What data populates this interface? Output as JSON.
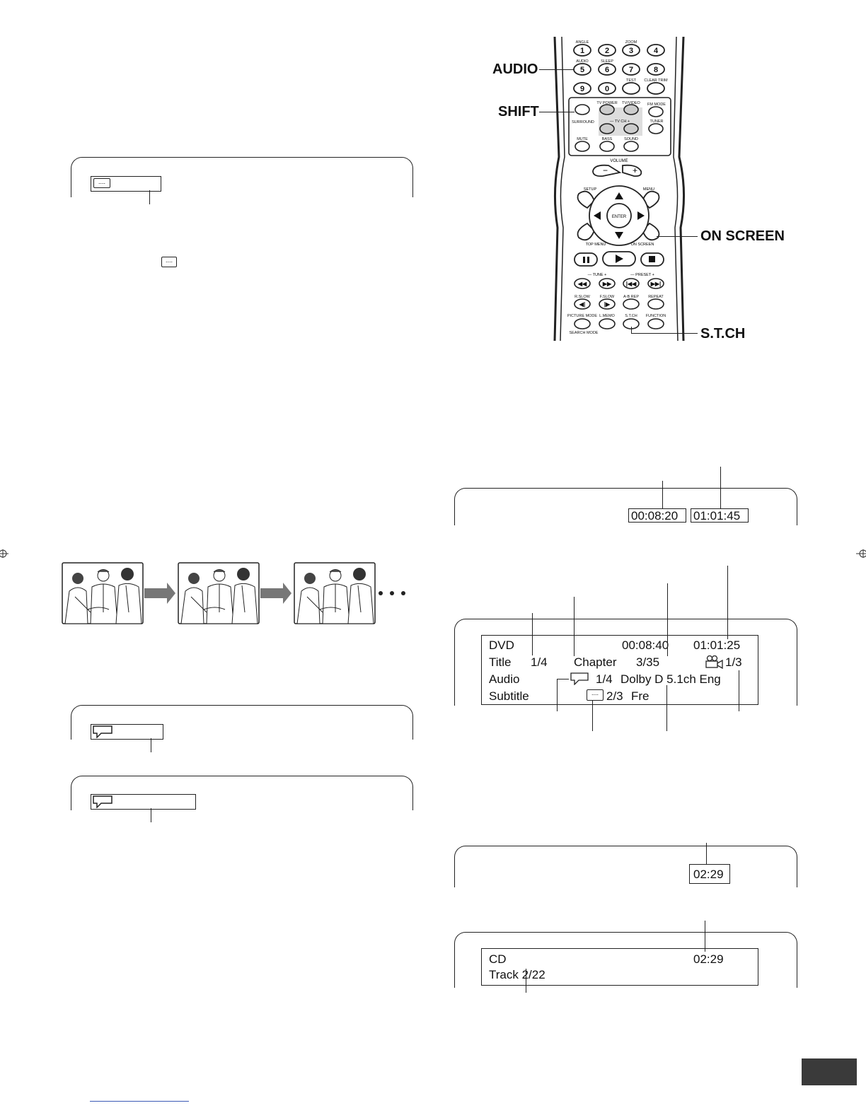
{
  "remote": {
    "labels": {
      "audio": "AUDIO",
      "shift": "SHIFT",
      "on_screen": "ON SCREEN",
      "stch": "S.T.CH"
    },
    "keys": {
      "angle": "ANGLE",
      "zoom": "ZOOM",
      "audio": "AUDIO",
      "sleep": "SLEEP",
      "test": "TEST",
      "clear_trim": "CLEAR TRIM",
      "tv_power": "TV POWER",
      "tv_video": "TV/VIDEO",
      "fm_mode": "FM MODE",
      "tv_ch": "— TV CH +",
      "surround": "SURROUND",
      "tuner": "TUNER",
      "mute": "MUTE",
      "bass": "BASS",
      "sound": "SOUND",
      "volume": "VOLUME",
      "setup": "SETUP",
      "menu": "MENU",
      "enter": "ENTER",
      "top_menu": "TOP MENU",
      "on_screen": "ON SCREEN",
      "tune": "— TUNE +",
      "preset": "— PRESET +",
      "r_slow": "R.SLOW",
      "f_slow": "F.SLOW",
      "ab_rep": "A-B REP",
      "repeat": "REPEAT",
      "picture_mode": "PICTURE MODE",
      "l_memo": "L.MEMO",
      "stch": "S.T.CH",
      "function": "FUNCTION",
      "search_mode": "SEARCH MODE",
      "digits": [
        "1",
        "2",
        "3",
        "4",
        "5",
        "6",
        "7",
        "8",
        "9",
        "0"
      ]
    }
  },
  "subtitle_icon_text": "....",
  "screen_time": {
    "elapsed": "00:08:20",
    "remaining": "01:01:45"
  },
  "dvd_status": {
    "r1": {
      "disc": "DVD",
      "elapsed": "00:08:40",
      "remaining": "01:01:25"
    },
    "r2": {
      "title_label": "Title",
      "title_val": "1/4",
      "chapter_label": "Chapter",
      "chapter_val": "3/35",
      "angle_val": "1/3"
    },
    "r3": {
      "audio_label": "Audio",
      "audio_val": "1/4",
      "audio_fmt": "Dolby D 5.1ch Eng"
    },
    "r4": {
      "subtitle_label": "Subtitle",
      "subtitle_val": "2/3",
      "subtitle_lang": "Fre"
    }
  },
  "cd_time": "02:29",
  "cd_status": {
    "disc": "CD",
    "time": "02:29",
    "track": "Track 2/22"
  }
}
